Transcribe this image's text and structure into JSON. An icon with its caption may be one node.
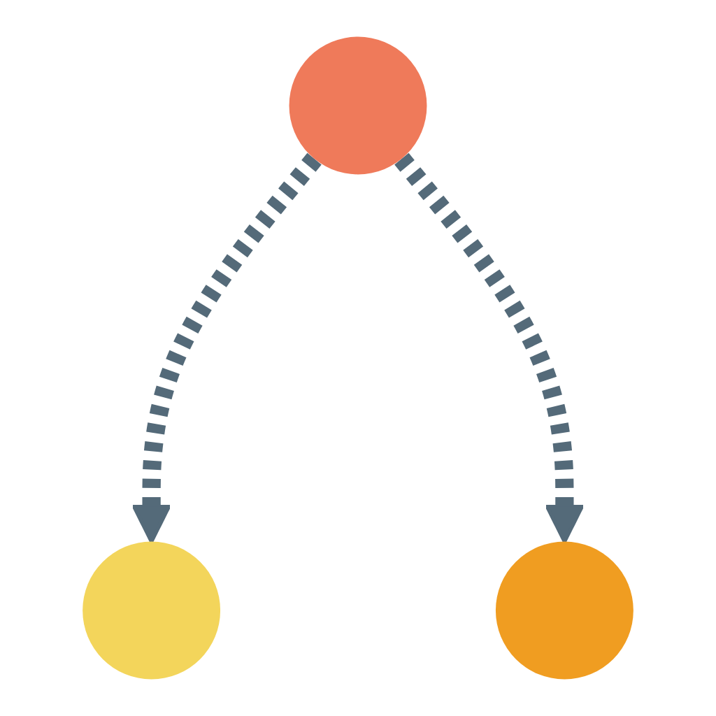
{
  "diagram": {
    "nodes": [
      {
        "text": [],
        "shape": "circle"
      },
      {
        "text": [],
        "shape": "circle"
      },
      {
        "text": [],
        "shape": "circle"
      }
    ],
    "edges": [
      {
        "from": 0,
        "to": 1,
        "arrow": "to",
        "style": "dashed"
      },
      {
        "from": 0,
        "to": 2,
        "arrow": "to",
        "style": "dashed"
      }
    ]
  }
}
